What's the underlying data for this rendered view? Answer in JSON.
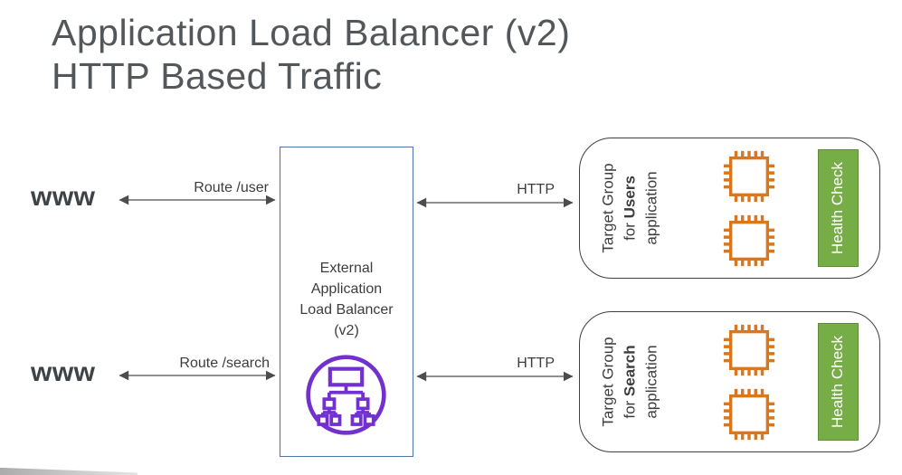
{
  "title": {
    "line1": "Application Load Balancer (v2)",
    "line2": "HTTP Based Traffic"
  },
  "clients": [
    {
      "www": "www",
      "route_label": "Route /user"
    },
    {
      "www": "www",
      "route_label": "Route /search"
    }
  ],
  "load_balancer": {
    "label": "External\nApplication\nLoad Balancer\n(v2)",
    "icon": "elastic-load-balancer-icon"
  },
  "connections": [
    {
      "label": "HTTP"
    },
    {
      "label": "HTTP"
    }
  ],
  "target_groups": [
    {
      "title_line1": "Target Group",
      "title_line2_prefix": "for ",
      "title_line2_bold": "Users",
      "title_line3": "application",
      "instance_count": 2,
      "instance_icon": "processor-chip-icon",
      "health_check_label": "Health Check"
    },
    {
      "title_line1": "Target Group",
      "title_line2_prefix": "for ",
      "title_line2_bold": "Search",
      "title_line3": "application",
      "instance_count": 2,
      "instance_icon": "processor-chip-icon",
      "health_check_label": "Health Check"
    }
  ],
  "colors": {
    "purple": "#7230CE",
    "orange": "#D9771F",
    "green": "#76AD47",
    "green_border": "#5D8B38",
    "lb_border": "#4A76A8",
    "arrow": "#4D4D4D",
    "text": "#3D3D3D",
    "title": "#53575A",
    "wedge": "#ABABAB"
  }
}
